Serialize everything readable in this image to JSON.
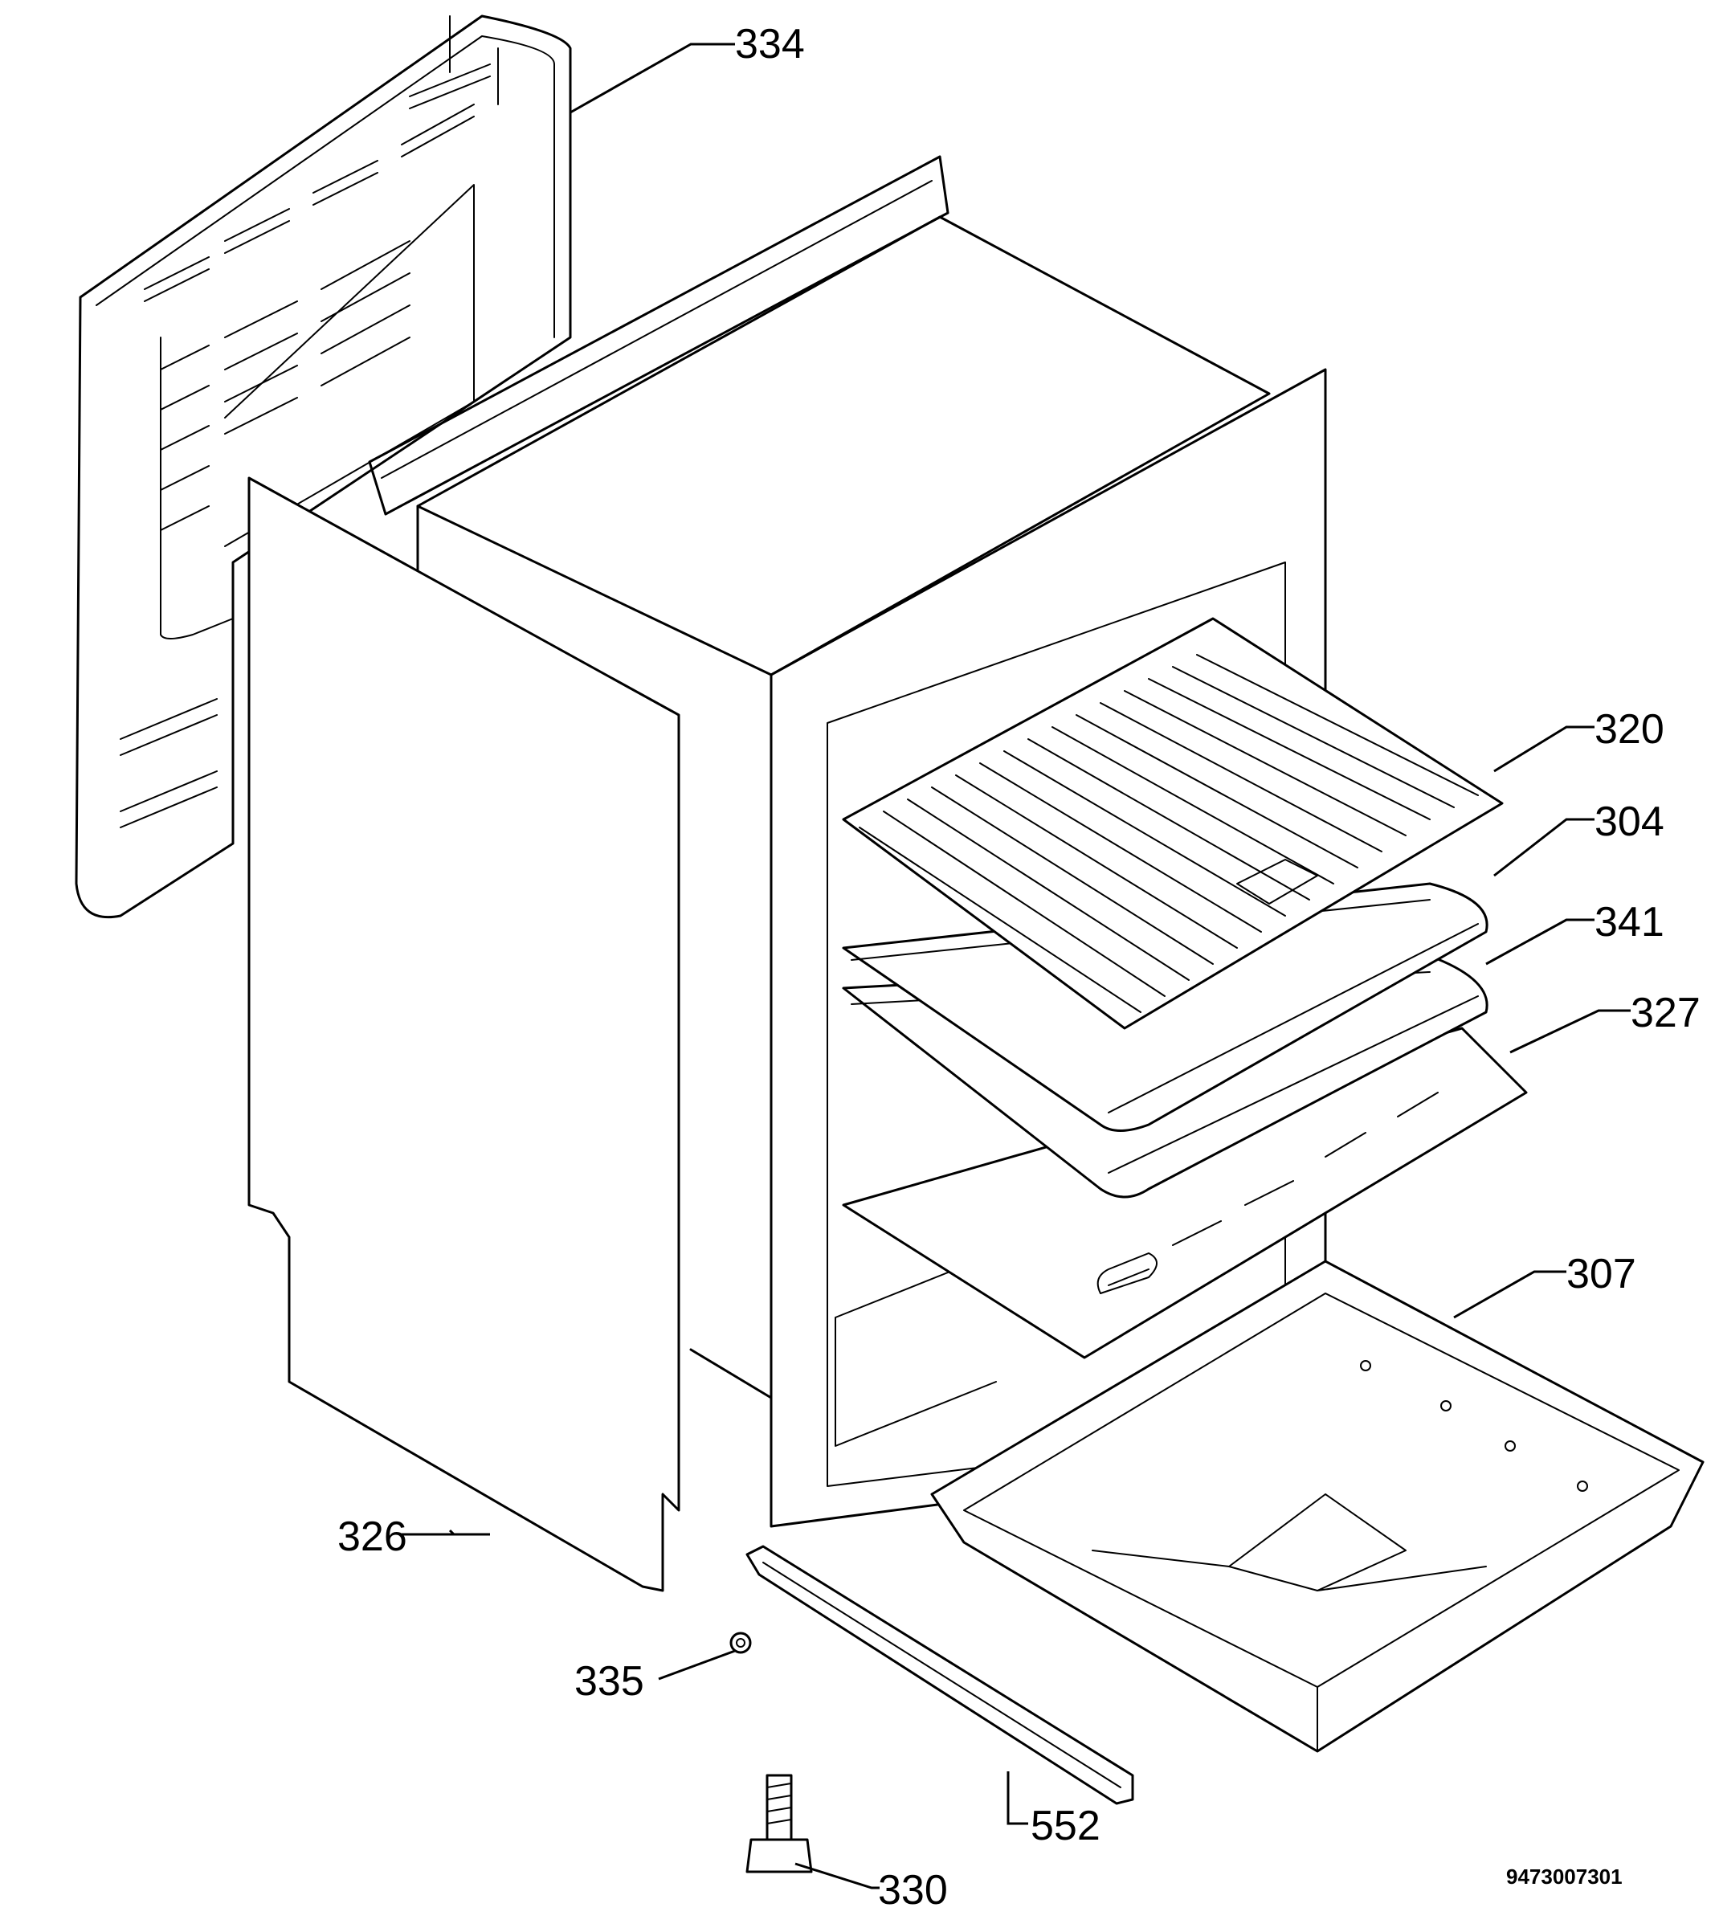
{
  "diagram": {
    "part_labels": {
      "p334": "334",
      "p320": "320",
      "p304": "304",
      "p341": "341",
      "p327": "327",
      "p307": "307",
      "p326": "326",
      "p335": "335",
      "p552": "552",
      "p330": "330"
    },
    "document_number": "9473007301"
  }
}
